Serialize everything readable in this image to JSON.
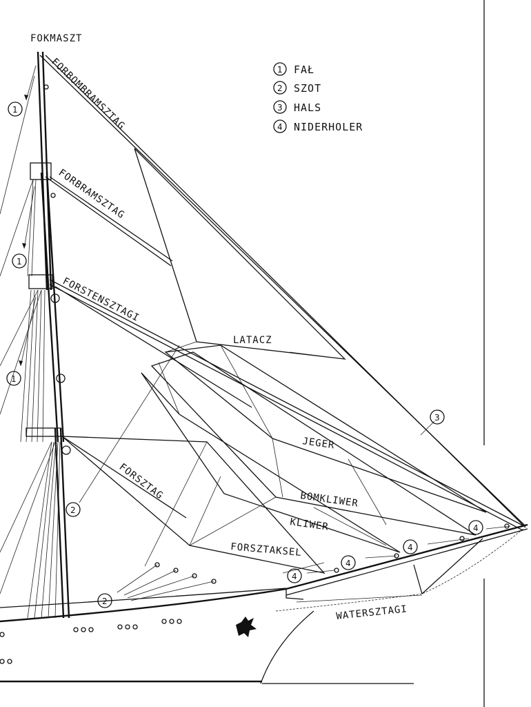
{
  "colors": {
    "ink": "#111111",
    "paper": "#ffffff"
  },
  "mast": {
    "top_label": "FOKMASZT"
  },
  "legend": [
    {
      "num": "1",
      "text": "FAŁ"
    },
    {
      "num": "2",
      "text": "SZOT"
    },
    {
      "num": "3",
      "text": "HALS"
    },
    {
      "num": "4",
      "text": "NIDERHOLER"
    }
  ],
  "stays": {
    "forbombramsztag": "FORBOMBRAMSZTAG",
    "forbramsztag": "FORBRAMSZTAG",
    "forstensztagi": "FORSTENSZTAGI",
    "forsztag": "FORSZTAG",
    "watersztagi": "WATERSZTAGI"
  },
  "sails": {
    "latacz": "LATACZ",
    "jeger": "JEGER",
    "bomkliwer": "BOMKLIWER",
    "kliwer": "KLIWER",
    "forsztaksel": "FORSZTAKSEL"
  },
  "markers": {
    "m1": "1",
    "m2": "2",
    "m3": "3",
    "m4": "4"
  }
}
